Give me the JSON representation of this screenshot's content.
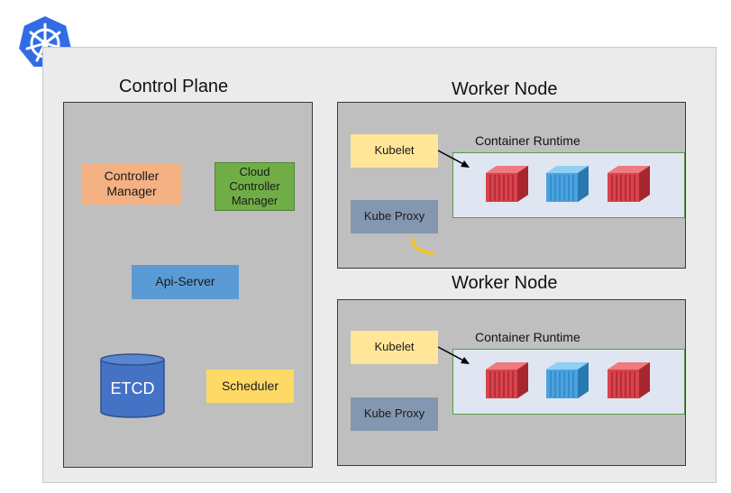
{
  "logo": {
    "icon": "kubernetes-helm-icon",
    "color": "#326ce5"
  },
  "control_plane": {
    "title": "Control Plane",
    "controller_manager": "Controller Manager",
    "cloud_controller_manager": "Cloud Controller Manager",
    "api_server": "Api-Server",
    "etcd": "ETCD",
    "scheduler": "Scheduler"
  },
  "worker_nodes": [
    {
      "title": "Worker Node",
      "kubelet": "Kubelet",
      "kube_proxy": "Kube Proxy",
      "runtime": "Container Runtime"
    },
    {
      "title": "Worker Node",
      "kubelet": "Kubelet",
      "kube_proxy": "Kube Proxy",
      "runtime": "Container Runtime"
    }
  ],
  "colors": {
    "controller_manager": "#f4b183",
    "cloud_controller_manager": "#70ad47",
    "api_server": "#5b9bd5",
    "etcd": "#4472c4",
    "scheduler": "#ffd966",
    "kubelet": "#ffe699",
    "kube_proxy": "#8497b0",
    "container_red": "#d9434b",
    "container_blue": "#4aa3df"
  }
}
